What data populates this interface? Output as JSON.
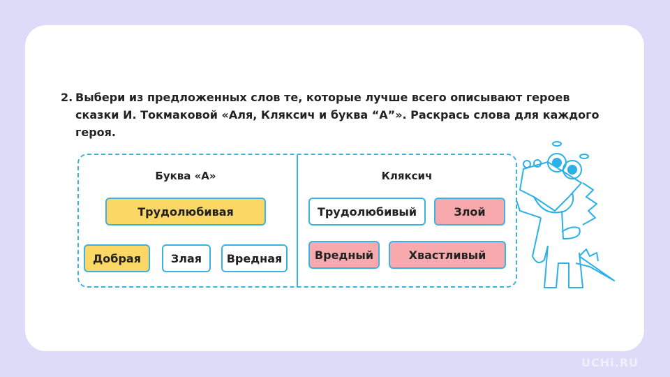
{
  "task": {
    "number": "2.",
    "text": "Выбери из предложенных слов те, которые лучше всего описывают героев сказки И. Токмаковой «Аля, Кляксич и буква “А”». Раскрась слова для каждого героя."
  },
  "columns": [
    {
      "title": "Буква «А»",
      "words": [
        "Трудолюбивая",
        "Добрая",
        "Злая",
        "Вредная"
      ]
    },
    {
      "title": "Кляксич",
      "words": [
        "Трудолюбивый",
        "Злой",
        "Вредный",
        "Хвастливый"
      ]
    }
  ],
  "colors": {
    "yellow": "#fbd766",
    "pink": "#f8a9ae",
    "border": "#3bb2e0",
    "background": "#dedbf8"
  },
  "logo": "UCHi.RU"
}
